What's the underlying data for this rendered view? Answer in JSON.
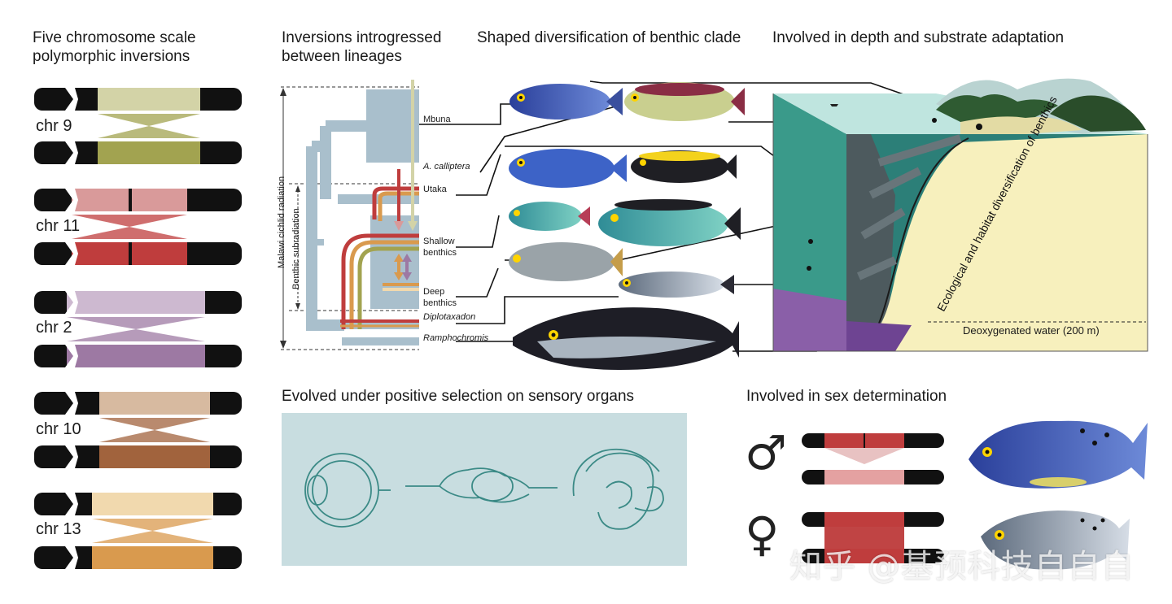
{
  "headings": {
    "col1": "Five chromosome scale\npolymorphic inversions",
    "col2": "Inversions introgressed\nbetween lineages",
    "col3": "Shaped diversification of benthic clade",
    "col4": "Involved in depth and substrate adaptation",
    "positive_bold": "Evolved under positive selection",
    "positive_rest": " on sensory organs",
    "sex": "Involved in sex determination"
  },
  "chromosomes": [
    {
      "label": "chr 9",
      "color_light": "#d3d3a7",
      "color_dark": "#a2a350"
    },
    {
      "label": "chr 11",
      "color_light": "#d99a9a",
      "color_dark": "#bf3d3d"
    },
    {
      "label": "chr 2",
      "color_light": "#cdb9d0",
      "color_dark": "#9d79a3"
    },
    {
      "label": "chr 10",
      "color_light": "#d7baa0",
      "color_dark": "#a1633d"
    },
    {
      "label": "chr 13",
      "color_light": "#f1d9ae",
      "color_dark": "#d99a4e"
    }
  ],
  "lineages": {
    "mbuna": "Mbuna",
    "callipitera": "A. calliptera",
    "utaka": "Utaka",
    "shallow": "Shallow\nbenthics",
    "deep": "Deep\nbenthics",
    "diplotaxadon": "Diplotaxadon",
    "ramphochromis": "Ramphochromis"
  },
  "axis_labels": {
    "malawi": "Malawi cichlid radiation",
    "benthic": "Benthic subradiation"
  },
  "lake": {
    "eco_label": "Ecological and habitat diversification of benthics",
    "water_label": "Deoxygenated water (200 m)"
  },
  "sex_symbols": {
    "male": "♂",
    "female": "♀"
  },
  "watermark": "知乎 @基预科技自自自",
  "icons": [
    "eye-icon",
    "brain-icon",
    "inner-ear-icon"
  ]
}
